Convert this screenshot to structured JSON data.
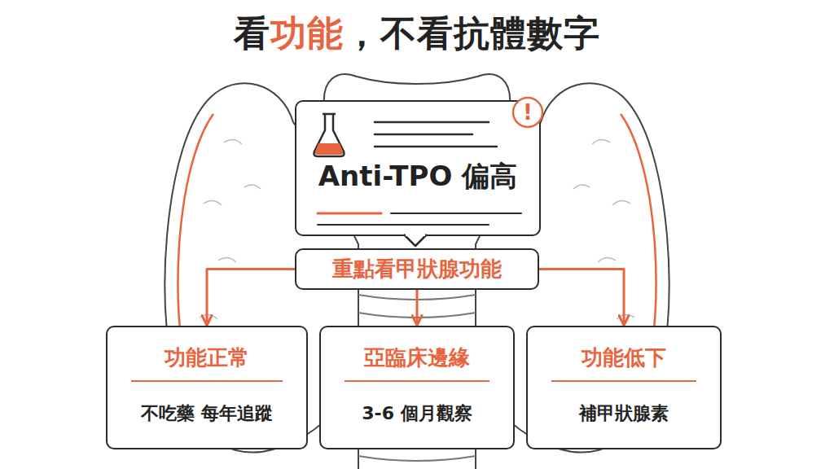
{
  "diagram": {
    "title": "看功能，不看抗體數字",
    "nodes": [
      {
        "text": [
          "Anti-TPO 偏高"
        ]
      },
      {
        "text": [
          "重點看甲狀腺功能"
        ]
      },
      {
        "text": [
          "功能正常",
          "不吃藥 每年追蹤"
        ]
      },
      {
        "text": [
          "亞臨床邊緣",
          "3-6 個月觀察"
        ]
      },
      {
        "text": [
          "功能低下",
          "補甲狀腺素"
        ]
      }
    ],
    "edges": [
      {
        "from": 1,
        "to": 2,
        "arrow": "to"
      },
      {
        "from": 1,
        "to": 3,
        "arrow": "to"
      },
      {
        "from": 1,
        "to": 4,
        "arrow": "to"
      }
    ],
    "labels": [
      "!"
    ]
  }
}
